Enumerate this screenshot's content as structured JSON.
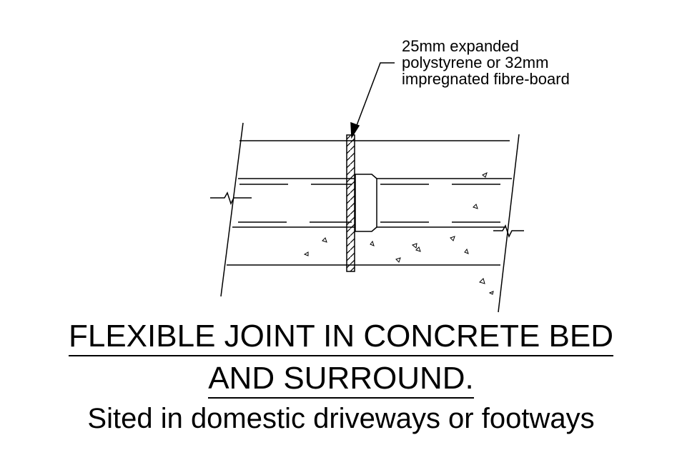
{
  "annotation": {
    "lines": [
      "25mm expanded",
      "polystyrene or 32mm",
      "impregnated fibre-board"
    ]
  },
  "title": {
    "line1": "FLEXIBLE JOINT IN CONCRETE BED",
    "line2": "AND SURROUND.",
    "subtitle": "Sited in domestic driveways or footways"
  }
}
